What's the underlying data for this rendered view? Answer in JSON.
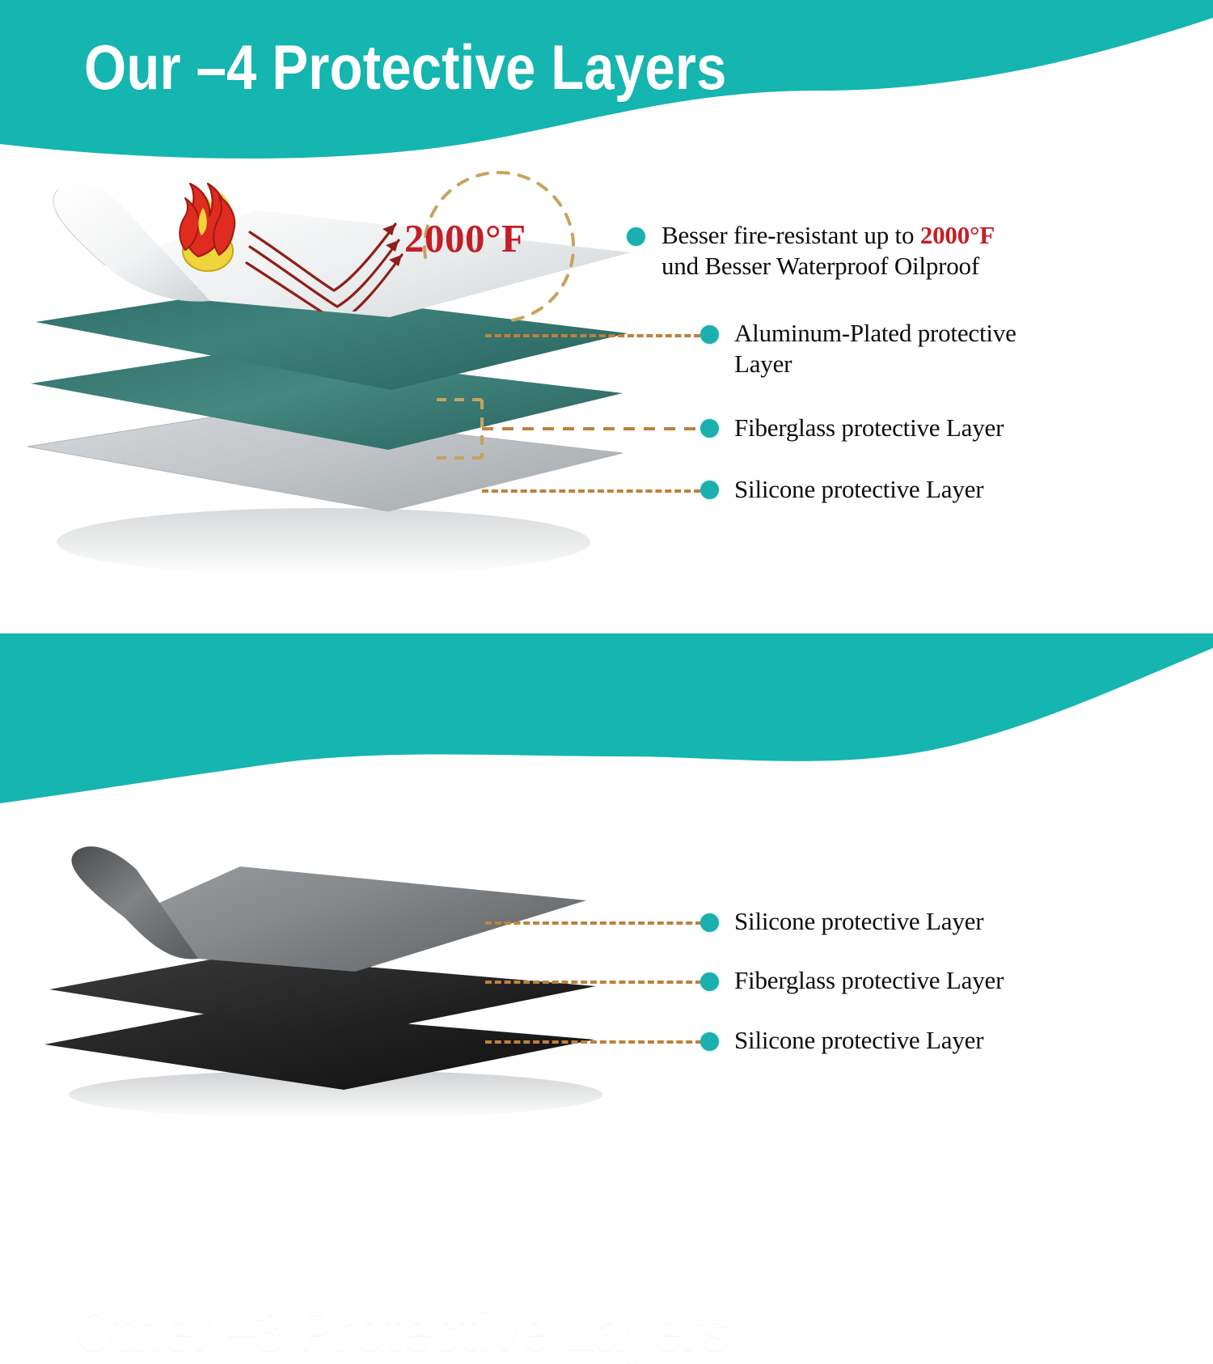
{
  "sections": [
    {
      "id": "our-layers",
      "title": "Our –4 Protective Layers",
      "accent_color": "#15B5B0",
      "layer_count": 4,
      "sheets": [
        {
          "name": "aluminum-plated-sheet",
          "color": "#e9ebec",
          "label": "Aluminum-Plated protective Layer"
        },
        {
          "name": "fiberglass-sheet-upper",
          "color": "#3A7D78",
          "label": "Fiberglass protective Layer"
        },
        {
          "name": "fiberglass-sheet-lower",
          "color": "#3A7D78",
          "label": "Fiberglass protective Layer"
        },
        {
          "name": "silicone-sheet",
          "color": "#b9bcbd",
          "label": "Silicone protective Layer"
        }
      ],
      "callouts": [
        {
          "id": "fire-resistance",
          "text_before": "Besser fire-resistant up to ",
          "highlight": "2000°F",
          "text_after": "",
          "line2": "und Besser Waterproof Oilproof"
        },
        {
          "id": "aluminum",
          "line1": "Aluminum-Plated protective",
          "line2": "Layer"
        },
        {
          "id": "fiberglass",
          "line1": "Fiberglass protective Layer",
          "line2": ""
        },
        {
          "id": "silicone",
          "line1": "Silicone protective Layer",
          "line2": ""
        }
      ],
      "temperature": "2000°F",
      "flame_icon": "flame-icon",
      "heat_arrows": "deflected-heat-arrows"
    },
    {
      "id": "other-layers",
      "title": "Other –3 Protective Layers",
      "accent_color": "#15B5B0",
      "layer_count": 3,
      "sheets": [
        {
          "name": "silicone-sheet-top",
          "color": "#7e8183",
          "label": "Silicone protective Layer"
        },
        {
          "name": "fiberglass-sheet",
          "color": "#2c2c2c",
          "label": "Fiberglass protective Layer"
        },
        {
          "name": "silicone-sheet-bottom",
          "color": "#1d1d1d",
          "label": "Silicone protective Layer"
        }
      ],
      "callouts": [
        {
          "id": "silicone-top",
          "line1": "Silicone protective Layer",
          "line2": ""
        },
        {
          "id": "fiberglass",
          "line1": "Fiberglass protective Layer",
          "line2": ""
        },
        {
          "id": "silicone-bottom",
          "line1": "Silicone protective Layer",
          "line2": ""
        }
      ]
    }
  ],
  "colors": {
    "teal_banner": "#15B5B0",
    "bullet": "#1BAFAD",
    "leader_dash": "#C0803C",
    "hot_red": "#C41E27",
    "flame_red": "#E02B20",
    "flame_yellow": "#EFD53B",
    "arrow_red": "#8E2018"
  }
}
